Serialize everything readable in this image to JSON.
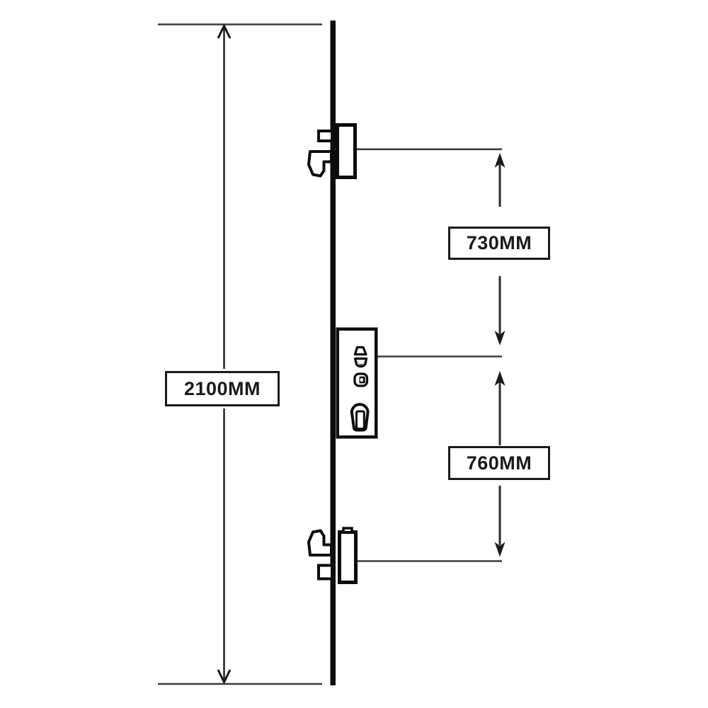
{
  "diagram": {
    "type": "door-multipoint-lock-dimension-drawing",
    "background": "#ffffff"
  },
  "colors": {
    "structure": "#0d0d0d",
    "dimension_line": "#3d3d3d",
    "arrow": "#1a1a1a",
    "label_border": "#1a1a1a",
    "label_text": "#1a1a1a"
  },
  "measurements": {
    "total_height": {
      "label": "2100MM"
    },
    "top_hook_to_centre": {
      "label": "730MM"
    },
    "centre_to_bottom_hook": {
      "label": "760MM"
    }
  }
}
